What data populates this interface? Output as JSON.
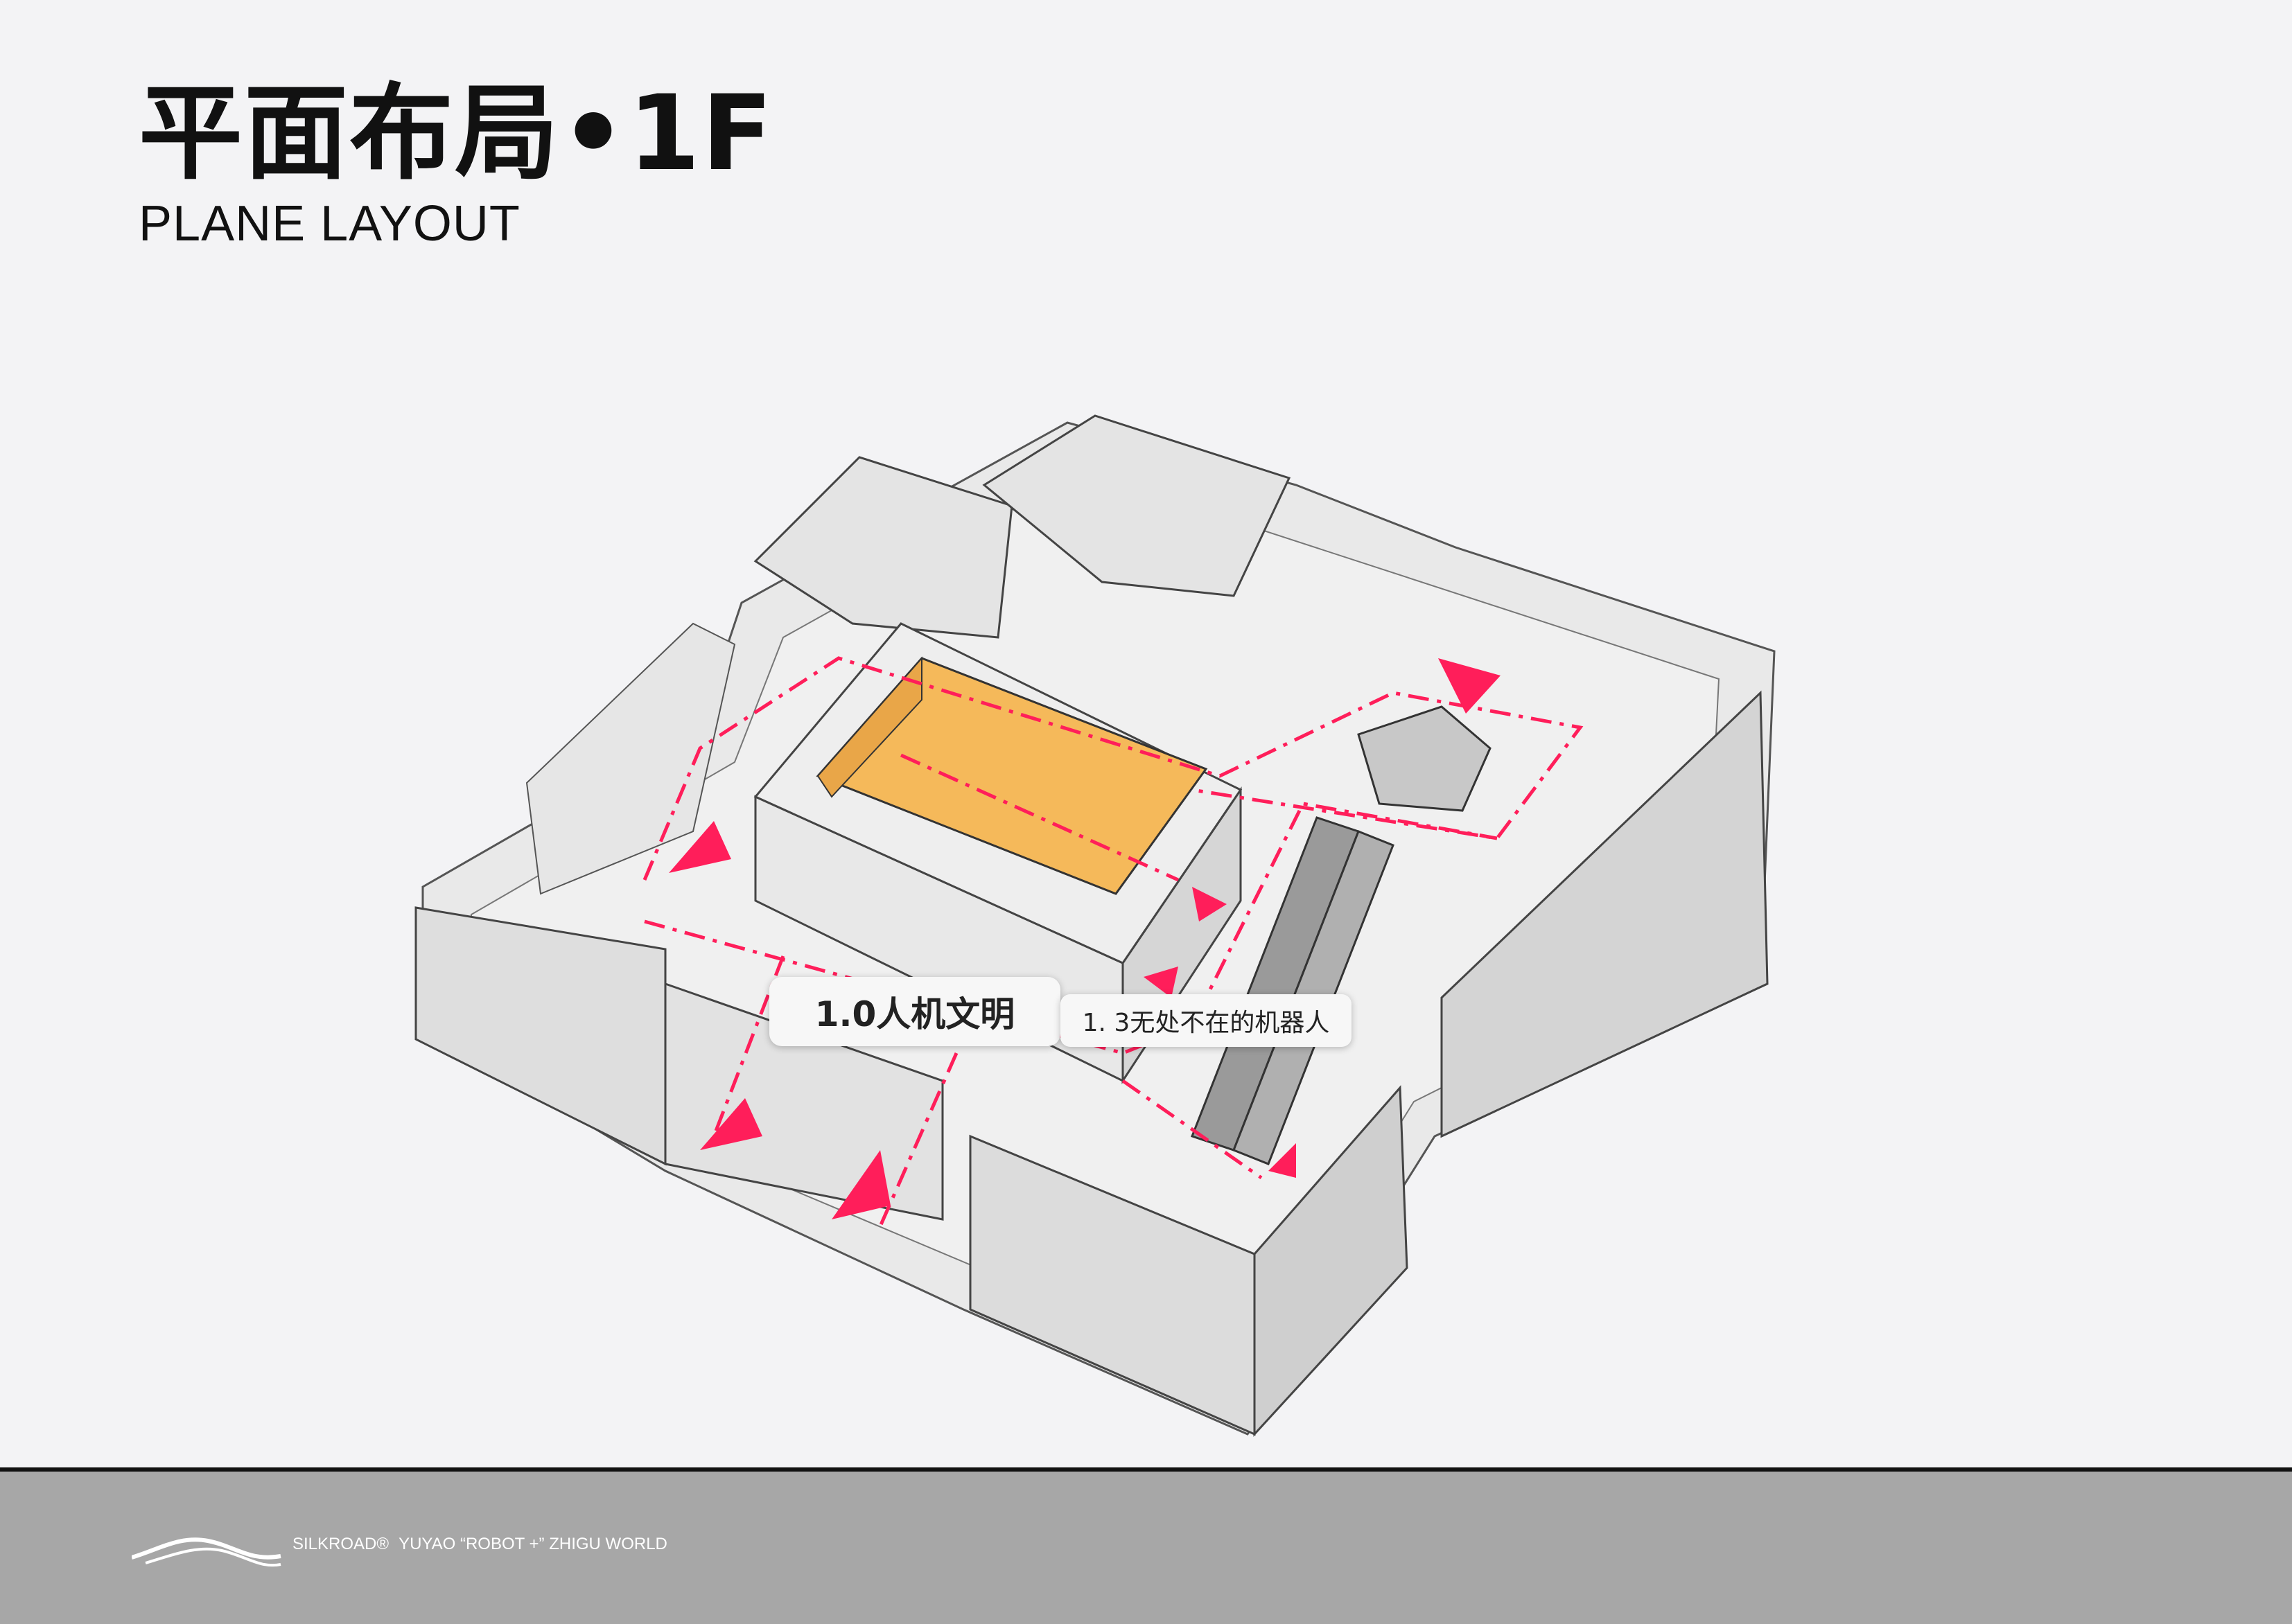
{
  "header": {
    "title_cn": "平面布局•1F",
    "title_en": "PLANE LAYOUT"
  },
  "labels": {
    "zone_main": "1.0人机文明",
    "zone_sub": "1. 3无处不在的机器人"
  },
  "footer": {
    "brand": "SILKROAD",
    "registered_mark": "®",
    "subtitle": "YUYAO “ROBOT +” ZHIGU WORLD"
  },
  "colors": {
    "background": "#f3f3f5",
    "route_accent": "#ff1e5a",
    "atrium": "#f5b95a",
    "footer_bar": "#a7a7a7",
    "wall": "#e6e6e6"
  },
  "icons": {
    "route_arrow": "route-arrow-icon",
    "logo": "silkroad-wave-icon"
  }
}
